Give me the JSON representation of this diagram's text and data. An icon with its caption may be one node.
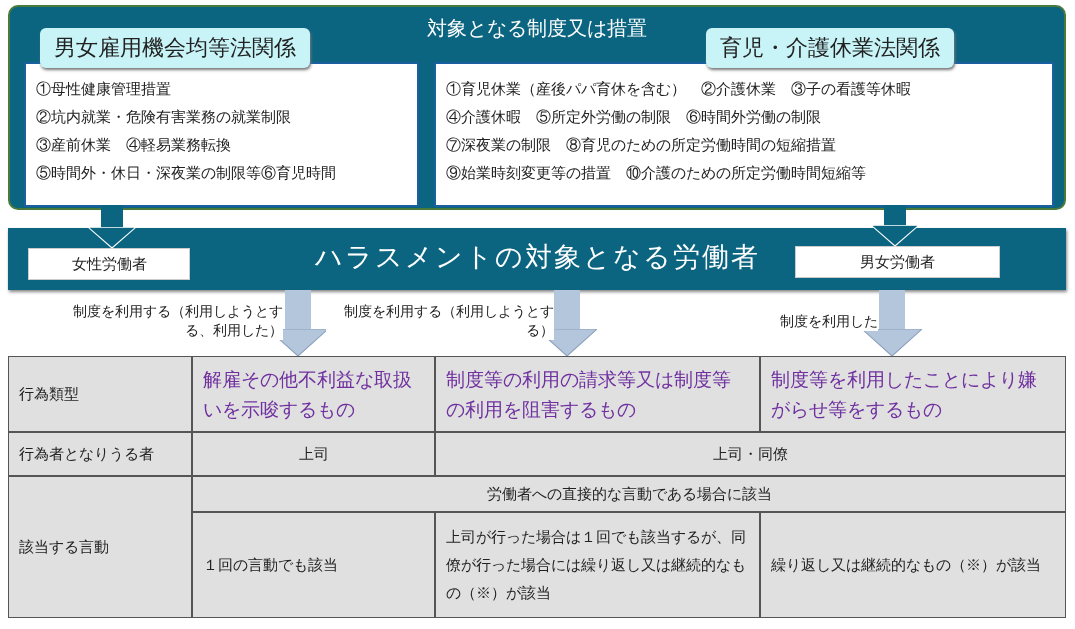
{
  "diagram": {
    "nodes": [
      {
        "text": [
          "対象となる制度又は措置"
        ]
      },
      {
        "text": [
          "男女雇用機会均等法関係",
          "①母性健康管理措置",
          "②坑内就業・危険有害業務の就業制限",
          "③産前休業　④軽易業務転換",
          "⑤時間外・休日・深夜業の制限等⑥育児時間"
        ],
        "in": 0
      },
      {
        "text": [
          "育児・介護休業法関係",
          "①育児休業（産後パパ育休を含む）　②介護休業　③子の看護等休暇",
          "④介護休暇　⑤所定外労働の制限　⑥時間外労働の制限",
          "⑦深夜業の制限　⑧育児のための所定労働時間の短縮措置",
          "⑨始業時刻変更等の措置　⑩介護のための所定労働時間短縮等"
        ],
        "in": 0
      },
      {
        "text": [
          "ハラスメントの対象となる労働者"
        ]
      },
      {
        "text": [
          "女性労働者"
        ],
        "in": 3
      },
      {
        "text": [
          "男女労働者"
        ],
        "in": 3
      },
      {
        "text": [
          "解雇その他不利益な取扱いを示唆するもの"
        ]
      },
      {
        "text": [
          "制度等の利用の請求等又は制度等の利用を阻害するもの"
        ]
      },
      {
        "text": [
          "制度等を利用したことにより嫌がらせ等をするもの"
        ]
      }
    ],
    "edges": [
      {
        "from": 1,
        "to": 4,
        "arrow": "to",
        "color": "#0b6580"
      },
      {
        "from": 2,
        "to": 5,
        "arrow": "to",
        "color": "#0b6580"
      },
      {
        "from": 3,
        "to": 6,
        "arrow": "to",
        "label": "制度を利用する（利用しようとする、利用した）"
      },
      {
        "from": 3,
        "to": 7,
        "arrow": "to",
        "label": "制度を利用する（利用しようとする）"
      },
      {
        "from": 3,
        "to": 8,
        "arrow": "to",
        "label": "制度を利用した"
      }
    ],
    "labels": [
      "行為類型",
      "行為者となりうる者",
      "上司",
      "上司・同僚",
      "該当する言動",
      "労働者への直接的な言動である場合に該当",
      "１回の言動でも該当",
      "上司が行った場合は１回でも該当するが、同僚が行った場合には繰り返し又は継続的なもの（※）が該当",
      "繰り返し又は継続的なもの（※）が該当"
    ]
  }
}
